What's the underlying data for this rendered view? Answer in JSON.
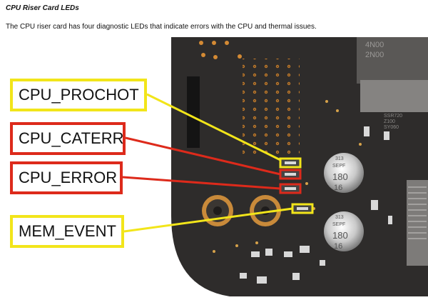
{
  "doc": {
    "heading": "CPU Riser Card LEDs",
    "paragraph": "The CPU riser card has four diagnostic LEDs that indicate errors with the CPU and thermal issues."
  },
  "figure": {
    "callouts": [
      {
        "label": "CPU_PROCHOT",
        "color": "#f2e51a"
      },
      {
        "label": "CPU_CATERR",
        "color": "#dd2a1b"
      },
      {
        "label": "CPU_ERROR",
        "color": "#dd2a1b"
      },
      {
        "label": "MEM_EVENT",
        "color": "#f2e51a"
      }
    ],
    "board_text": {
      "capacitor_1": [
        "313",
        "SEPF",
        "180",
        "16"
      ],
      "capacitor_2": [
        "313",
        "SEPF",
        "180",
        "16"
      ],
      "chip_top": [
        "4N00",
        "2N00"
      ],
      "chip_small": [
        "SSR720",
        "Z100",
        "SY060"
      ]
    }
  }
}
